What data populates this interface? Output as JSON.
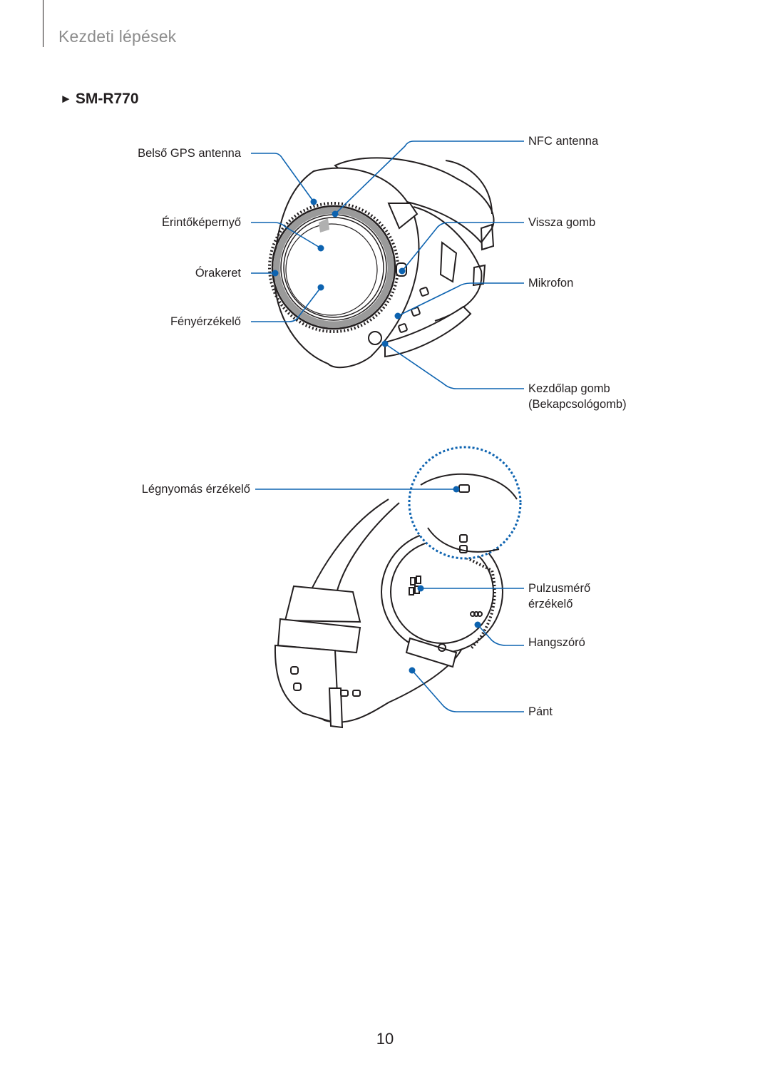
{
  "header": {
    "chapter_title": "Kezdeti lépések"
  },
  "section": {
    "marker_icon": "triangle-right-icon",
    "model": "SM-R770"
  },
  "figure_front": {
    "labels": {
      "gps": "Belső GPS antenna",
      "touch": "Érintőképernyő",
      "bezel": "Órakeret",
      "light": "Fényérzékelő",
      "nfc": "NFC antenna",
      "back": "Vissza gomb",
      "mic": "Mikrofon",
      "home_1": "Kezdőlap gomb",
      "home_2": "(Bekapcsológomb)"
    }
  },
  "figure_back": {
    "labels": {
      "pressure": "Légnyomás érzékelő",
      "hr_1": "Pulzusmérő",
      "hr_2": "érzékelő",
      "speaker": "Hangszóró",
      "strap": "Pánt"
    }
  },
  "footer": {
    "page_number": "10"
  },
  "colors": {
    "callout": "#0d63b0",
    "chapter": "#8c8c8c",
    "text": "#231f20"
  }
}
